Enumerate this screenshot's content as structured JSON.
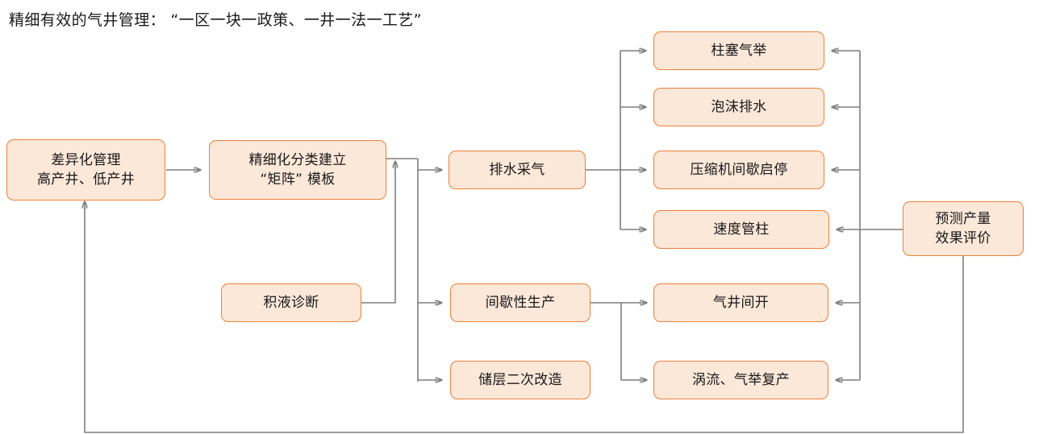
{
  "title": "精细有效的气井管理： “一区一块一政策、一井一法一工艺”",
  "theme": {
    "node_fill": "#FCE8D8",
    "node_border": "#EE7F3A",
    "connector": "#7f7f7f",
    "text": "#17171b",
    "background": "#ffffff"
  },
  "nodes": {
    "differentiated_management": {
      "line1": "差异化管理",
      "line2": "高产井、低产井"
    },
    "classification_matrix": {
      "line1": "精细化分类建立",
      "line2": "“矩阵” 模板"
    },
    "liquid_loading_diagnosis": {
      "line1": "积液诊断"
    },
    "drainage_gas_recovery": {
      "line1": "排水采气"
    },
    "intermittent_production": {
      "line1": "间歇性生产"
    },
    "reservoir_restimulation": {
      "line1": "储层二次改造"
    },
    "plunger_lift": {
      "line1": "柱塞气举"
    },
    "foam_drainage": {
      "line1": "泡沫排水"
    },
    "compressor_intermittent": {
      "line1": "压缩机间歇启停"
    },
    "velocity_string": {
      "line1": "速度管柱"
    },
    "well_intermittent_open": {
      "line1": "气井间开"
    },
    "vortex_gaslift_restore": {
      "line1": "涡流、气举复产"
    },
    "forecast_evaluation": {
      "line1": "预测产量",
      "line2": "效果评价"
    }
  },
  "connectors": [
    {
      "name": "differentiated-to-classification",
      "from": "差异化管理 高产井、低产井",
      "to": "精细化分类建立 “矩阵” 模板"
    },
    {
      "name": "classification-to-drainage",
      "from": "精细化分类建立 “矩阵” 模板",
      "to": "排水采气"
    },
    {
      "name": "classification-to-intermittent",
      "from": "精细化分类建立 “矩阵” 模板",
      "to": "间歇性生产"
    },
    {
      "name": "classification-to-reservoir",
      "from": "精细化分类建立 “矩阵” 模板",
      "to": "储层二次改造"
    },
    {
      "name": "diagnosis-to-classification",
      "from": "积液诊断",
      "to": "精细化分类建立 “矩阵” 模板"
    },
    {
      "name": "drainage-to-plunger",
      "from": "排水采气",
      "to": "柱塞气举"
    },
    {
      "name": "drainage-to-foam",
      "from": "排水采气",
      "to": "泡沫排水"
    },
    {
      "name": "drainage-to-compressor",
      "from": "排水采气",
      "to": "压缩机间歇启停"
    },
    {
      "name": "drainage-to-velocity",
      "from": "排水采气",
      "to": "速度管柱"
    },
    {
      "name": "intermittent-to-well-open",
      "from": "间歇性生产",
      "to": "气井间开"
    },
    {
      "name": "intermittent-to-vortex",
      "from": "间歇性生产",
      "to": "涡流、气举复产"
    },
    {
      "name": "forecast-to-plunger",
      "from": "预测产量 效果评价",
      "to": "柱塞气举"
    },
    {
      "name": "forecast-to-foam",
      "from": "预测产量 效果评价",
      "to": "泡沫排水"
    },
    {
      "name": "forecast-to-compressor",
      "from": "预测产量 效果评价",
      "to": "压缩机间歇启停"
    },
    {
      "name": "forecast-to-velocity",
      "from": "预测产量 效果评价",
      "to": "速度管柱"
    },
    {
      "name": "forecast-to-well-open",
      "from": "预测产量 效果评价",
      "to": "气井间开"
    },
    {
      "name": "forecast-to-vortex",
      "from": "预测产量 效果评价",
      "to": "涡流、气举复产"
    },
    {
      "name": "forecast-feedback-to-differentiated",
      "from": "预测产量 效果评价",
      "to": "差异化管理 高产井、低产井"
    }
  ]
}
